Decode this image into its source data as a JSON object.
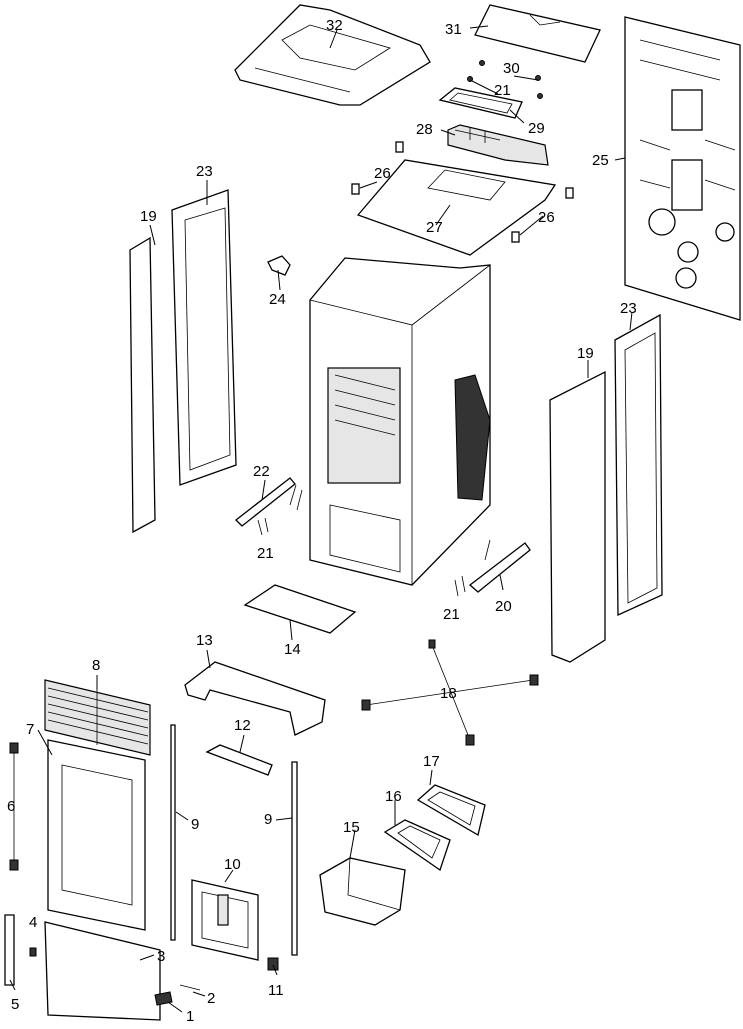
{
  "diagram": {
    "labels": [
      {
        "id": "p1",
        "text": "1"
      },
      {
        "id": "p2",
        "text": "2"
      },
      {
        "id": "p3",
        "text": "3"
      },
      {
        "id": "p4",
        "text": "4"
      },
      {
        "id": "p5",
        "text": "5"
      },
      {
        "id": "p6",
        "text": "6"
      },
      {
        "id": "p7",
        "text": "7"
      },
      {
        "id": "p8",
        "text": "8"
      },
      {
        "id": "p9a",
        "text": "9"
      },
      {
        "id": "p9b",
        "text": "9"
      },
      {
        "id": "p10",
        "text": "10"
      },
      {
        "id": "p11",
        "text": "11"
      },
      {
        "id": "p12",
        "text": "12"
      },
      {
        "id": "p13",
        "text": "13"
      },
      {
        "id": "p14",
        "text": "14"
      },
      {
        "id": "p15",
        "text": "15"
      },
      {
        "id": "p16",
        "text": "16"
      },
      {
        "id": "p17",
        "text": "17"
      },
      {
        "id": "p18",
        "text": "18"
      },
      {
        "id": "p19a",
        "text": "19"
      },
      {
        "id": "p19b",
        "text": "19"
      },
      {
        "id": "p20",
        "text": "20"
      },
      {
        "id": "p21a",
        "text": "21"
      },
      {
        "id": "p21b",
        "text": "21"
      },
      {
        "id": "p21c",
        "text": "21"
      },
      {
        "id": "p22",
        "text": "22"
      },
      {
        "id": "p23a",
        "text": "23"
      },
      {
        "id": "p23b",
        "text": "23"
      },
      {
        "id": "p24",
        "text": "24"
      },
      {
        "id": "p25",
        "text": "25"
      },
      {
        "id": "p26a",
        "text": "26"
      },
      {
        "id": "p26b",
        "text": "26"
      },
      {
        "id": "p27",
        "text": "27"
      },
      {
        "id": "p28",
        "text": "28"
      },
      {
        "id": "p29",
        "text": "29"
      },
      {
        "id": "p30",
        "text": "30"
      },
      {
        "id": "p31",
        "text": "31"
      },
      {
        "id": "p32",
        "text": "32"
      }
    ]
  }
}
